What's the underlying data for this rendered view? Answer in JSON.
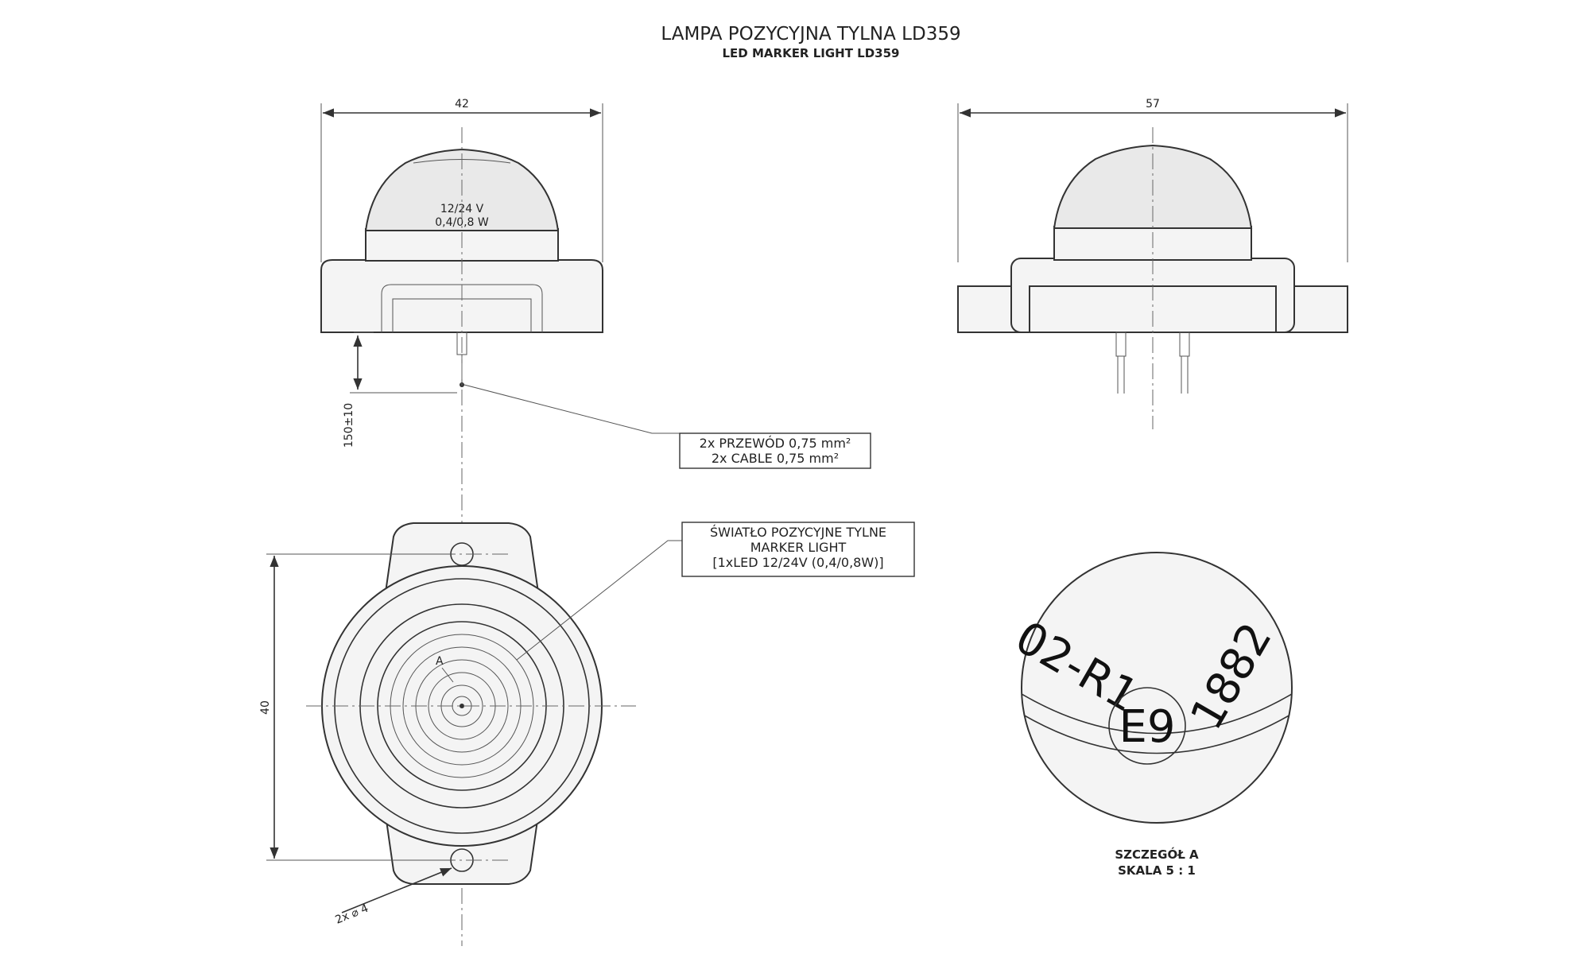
{
  "title": {
    "line1": "LAMPA POZYCYJNA TYLNA LD359",
    "line2": "LED MARKER LIGHT LD359"
  },
  "front_view": {
    "width_dim": "42",
    "voltage_label": "12/24 V",
    "power_label": "0,4/0,8 W",
    "cable_length_dim": "150±10"
  },
  "side_view": {
    "width_dim": "57"
  },
  "cable_callout": {
    "line1": "2x PRZEWÓD 0,75 mm²",
    "line2": "2x CABLE 0,75 mm²"
  },
  "light_callout": {
    "line1": "ŚWIATŁO POZYCYJNE TYLNE",
    "line2": "MARKER LIGHT",
    "line3": "[1xLED 12/24V (0,4/0,8W)]"
  },
  "top_view": {
    "height_dim": "40",
    "hole_dim": "2x ⌀ 4",
    "detail_marker": "A"
  },
  "detail": {
    "code": "02-R1",
    "mark": "E9",
    "number": "1882",
    "label": "SZCZEGÓŁ A",
    "scale": "SKALA 5 : 1"
  },
  "colors": {
    "line": "#333333",
    "background": "#ffffff"
  }
}
